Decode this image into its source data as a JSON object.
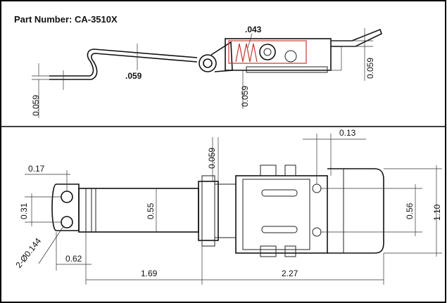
{
  "title": "Part Number: CA-3510X",
  "dimensions": {
    "top_spring_gauge": ".043",
    "top_thickness_center": ".059",
    "top_thickness_left": "0.059",
    "top_thickness_mid": "0.059",
    "top_thickness_right": "0.059",
    "hole_offset": "0.17",
    "hole_spacing": "0.31",
    "hole_callout": "2-Ø0.144",
    "mount_length": "0.62",
    "strap_width": "0.55",
    "strap_thickness": "0.059",
    "hinge_offset": "0.13",
    "catch_inner": "0.56",
    "catch_height": "1.10",
    "overall_left": "1.69",
    "overall_right": "2.27"
  }
}
